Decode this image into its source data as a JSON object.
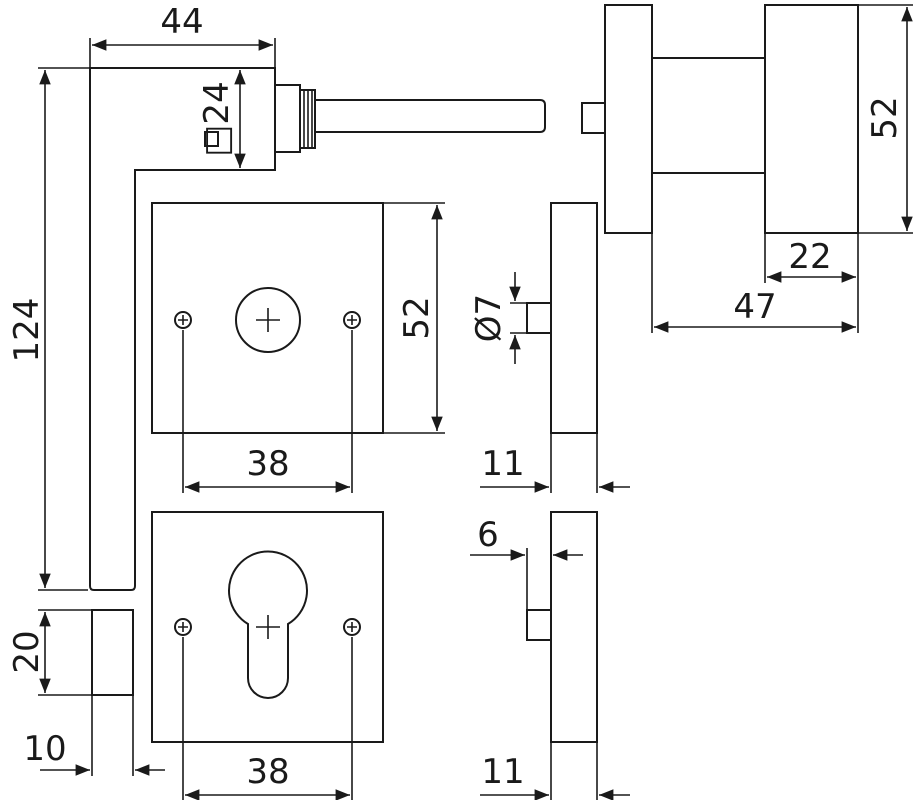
{
  "drawing": {
    "title": "Door handle set technical drawing",
    "dimensions": {
      "handle_length": "44",
      "spindle_square": "□24",
      "handle_height": "124",
      "rose_screw_spacing_top": "38",
      "rose_height": "52",
      "spindle_diameter": "Ø7",
      "rose_thickness_top": "11",
      "knob_depth": "22",
      "knob_total_depth": "47",
      "knob_height": "52",
      "escutcheon_offset": "6",
      "rose_thickness_bottom": "11",
      "rose_screw_spacing_bottom": "38",
      "handle_section_height": "20",
      "handle_section_width": "10"
    }
  }
}
